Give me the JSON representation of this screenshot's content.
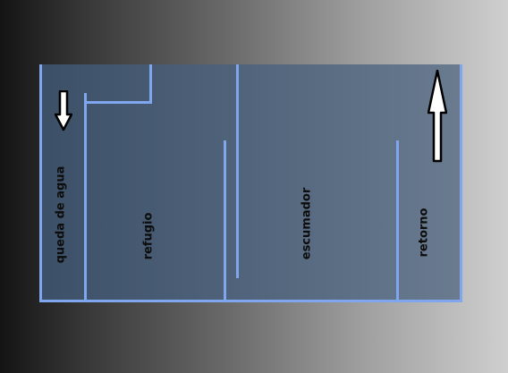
{
  "sections": [
    {
      "id": "queda",
      "label": "queda de agua"
    },
    {
      "id": "refugio",
      "label": "refugio"
    },
    {
      "id": "escumador",
      "label": "escumador"
    },
    {
      "id": "retorno",
      "label": "retorno"
    }
  ],
  "flows": [
    {
      "id": "inflow",
      "direction": "down",
      "icon": "arrow-down-icon"
    },
    {
      "id": "outflow",
      "direction": "up",
      "icon": "arrow-up-icon"
    }
  ],
  "colors": {
    "tank_outline": "#7fa6ee",
    "tank_fill": "#4e647e",
    "label_text": "#0d0d0d",
    "arrow_fill": "#ffffff",
    "arrow_stroke": "#000000"
  }
}
